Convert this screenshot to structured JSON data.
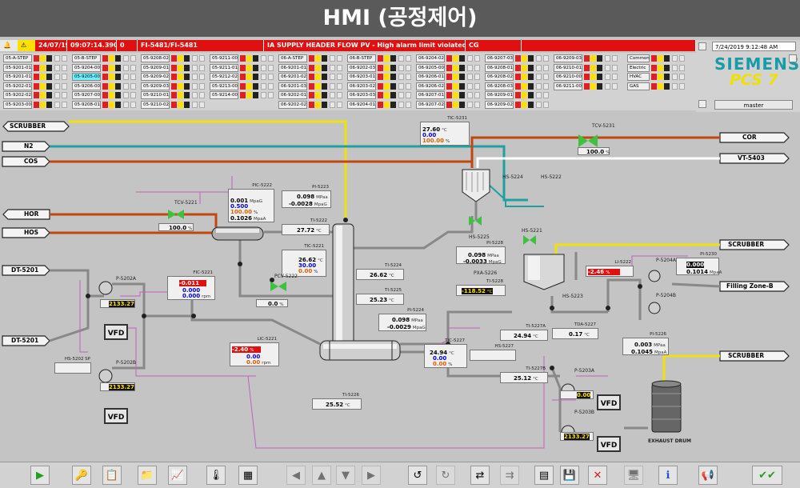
{
  "title": "HMI (공정제어)",
  "alarm_line": {
    "date": "24/07/19",
    "time": "09:07:14.390",
    "count": "0",
    "tag": "FI-5481/FI-5481",
    "message": "IA SUPPLY HEADER FLOW  PV - High alarm limit violated",
    "source": "CG"
  },
  "overview": {
    "areas": [
      [
        "05-A-STEP",
        "05-B-STEP",
        "05-9208-02",
        "05-9211-00",
        "06-A-STEP",
        "06-B-STEP",
        "06-9204-02",
        "06-9207-03",
        "06-9209-03",
        "Common"
      ],
      [
        "05-9201-01",
        "05-9204-00",
        "05-9209-01",
        "05-9211-01",
        "06-9201-01",
        "06-9202-03",
        "06-9205-00",
        "06-9208-01",
        "06-9210-01",
        "Electric"
      ],
      [
        "05-9201-01",
        "05-9205-00",
        "05-9209-02",
        "05-9212-02",
        "06-9201-02",
        "06-9203-01",
        "06-9206-01",
        "06-9208-02",
        "06-9210-00",
        "HVAC"
      ],
      [
        "05-9202-01",
        "05-9206-00",
        "05-9209-03",
        "05-9213-00",
        "06-9201-03",
        "06-9203-02",
        "06-9206-02",
        "06-9208-03",
        "06-9211-00",
        "GAS"
      ],
      [
        "05-9202-02",
        "05-9207-00",
        "05-9210-01",
        "05-9214-00",
        "06-9202-01",
        "06-9203-03",
        "06-9207-01",
        "06-9209-01",
        "",
        ""
      ],
      [
        "05-9203-00",
        "05-9208-01",
        "05-9210-02",
        "",
        "06-9202-02",
        "06-9204-01",
        "06-9207-02",
        "06-9209-02",
        "",
        ""
      ]
    ],
    "selected": "05-9205-00"
  },
  "header_right": {
    "datetime": "7/24/2019 9:12:48 AM",
    "brand": "SIEMENS",
    "product": "PCS 7",
    "user": "master"
  },
  "lines": {
    "scrubber_left": "SCRUBBER",
    "n2": "N2",
    "cos": "COS",
    "hor": "HOR",
    "hos": "HOS",
    "dt1": "DT-5201",
    "dt2": "DT-5201",
    "cor": "COR",
    "vt": "VT-5403",
    "scrubber_r1": "SCRUBBER",
    "filling": "Filling Zone-B",
    "scrubber_r2": "SCRUBBER",
    "exhaust": "EXHAUST DRUM"
  },
  "tags": {
    "tic5231": {
      "name": "TIC-5231",
      "pv": "27.60",
      "sp": "0.00",
      "out": "100.00",
      "unit": "°C",
      "outunit": "%"
    },
    "tcv5231": {
      "name": "TCV-5231",
      "value": "100.0",
      "unit": "%"
    },
    "hs5224": "HS-5224",
    "hs5222": "HS-5222",
    "tcv5221": {
      "name": "TCV-5221",
      "value": "100.0",
      "unit": "%"
    },
    "pic5222": {
      "name": "PIC-5222",
      "pv": "0.001",
      "sp": "0.500",
      "out": "100.00",
      "extra": "0.1026",
      "unit": "MpaG",
      "outunit": "%",
      "extraunit": "MpaA"
    },
    "pi5223": {
      "name": "PI-5223",
      "value": "0.098",
      "value2": "-0.0028",
      "unit": "MPaa",
      "unit2": "MpaG"
    },
    "ti5222": {
      "name": "TI-5222",
      "value": "27.72",
      "unit": "°C"
    },
    "tic5221": {
      "name": "TIC-5221",
      "pv": "26.62",
      "sp": "30.00",
      "out": "0.00",
      "unit": "°C",
      "outunit": "%"
    },
    "pcv5222": {
      "name": "PCV-5222",
      "value": "0.0",
      "unit": "%"
    },
    "fic5221": {
      "name": "FIC-5221",
      "pv": "-0.011",
      "sp": "0.000",
      "out": "0.000",
      "unit": "rpm"
    },
    "p5202a": {
      "name": "P-5202A",
      "value": "2133.27"
    },
    "p5202b": {
      "name": "P-5202B",
      "value": "2133.27"
    },
    "hs5202": "HS-5202 SP",
    "lic5221": {
      "name": "LIC-5221",
      "pv": "-2.40",
      "sp": "0.00",
      "out": "0.00",
      "unit": "%",
      "outunit": "rpm"
    },
    "ti5224": {
      "name": "TI-5224",
      "value": "26.62",
      "unit": "°C"
    },
    "ti5225": {
      "name": "TI-5225",
      "value": "25.23",
      "unit": "°C"
    },
    "pi5224": {
      "name": "PI-5224",
      "value": "0.098",
      "value2": "-0.0029",
      "unit": "MPaa",
      "unit2": "MpaG"
    },
    "tic5227": {
      "name": "TIC-5227",
      "pv": "24.94",
      "sp": "0.00",
      "out": "0.00",
      "unit": "°C",
      "outunit": "%"
    },
    "hs5227": "HS-5227",
    "ti5227a": {
      "name": "TI-5227A",
      "value": "24.94",
      "unit": "°C"
    },
    "tda5227": {
      "name": "TDA-5227",
      "value": "0.17",
      "unit": "°C"
    },
    "ti5227b": {
      "name": "TI-5227B",
      "value": "25.12",
      "unit": "°C"
    },
    "ti5226": {
      "name": "TI-5226",
      "value": "25.52",
      "unit": "°C"
    },
    "hs5225": "HS-5225",
    "hs5221": "HS-5221",
    "pi5228": {
      "name": "PI-5228",
      "value": "0.098",
      "value2": "-0.0033",
      "unit": "MPaa",
      "unit2": "MpaG"
    },
    "pxa5226": "PXA-5226",
    "ti5228": {
      "name": "TI-5228",
      "value": "-118.52",
      "unit": "°C"
    },
    "hs5223": "HS-5223",
    "li5222": {
      "name": "LI-5222",
      "value": "-2.46",
      "unit": "%"
    },
    "p5204a": "P-5204A",
    "p5204b": "P-5204B",
    "pi5230": {
      "name": "PI-5230",
      "value": "0.000",
      "value2": "0.1014",
      "unit": "MPaa",
      "unit2": "MpaA"
    },
    "pi5226": {
      "name": "PI-5226",
      "value": "0.003",
      "value2": "0.1045",
      "unit": "MPaa",
      "unit2": "MpaA"
    },
    "p5203a": {
      "name": "P-5203A",
      "value": "0.00"
    },
    "p5203b": {
      "name": "P-5203B",
      "value": "2133.27"
    },
    "vfd": "VFD"
  },
  "colors": {
    "yellow": "#f0e010",
    "cyan": "#20a0a0",
    "brown": "#c04810",
    "white": "#ffffff",
    "magenta": "#c060c0",
    "dark": "#333333"
  }
}
